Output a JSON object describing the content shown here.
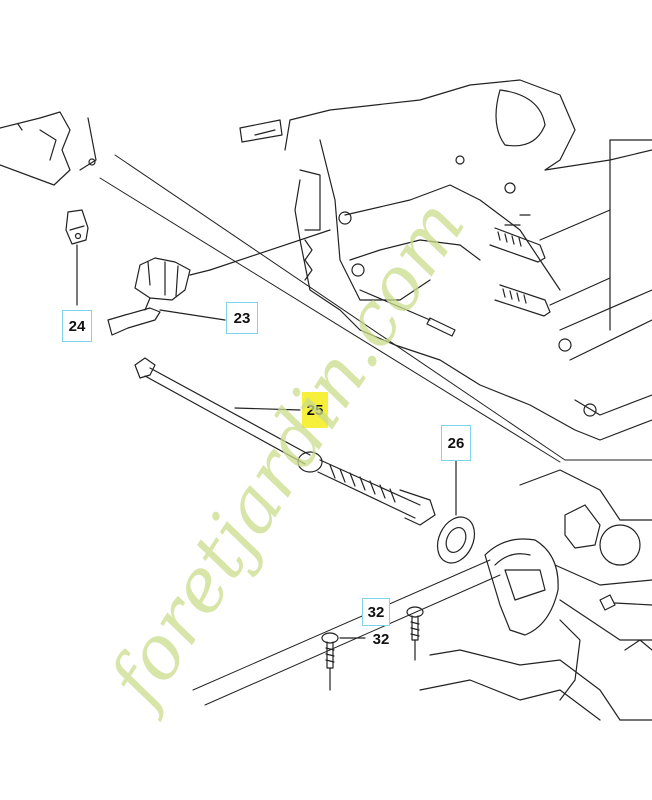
{
  "callouts": {
    "c24": "24",
    "c23": "23",
    "c25": "25",
    "c26": "26",
    "c32a": "32",
    "c32b": "32"
  },
  "watermark": {
    "text": "foretjardin.com",
    "color": "#c9dc8c",
    "accent": "#f4c79a"
  },
  "colors": {
    "line": "#222222",
    "callout_border": "#7fd3ea",
    "highlight": "#f6f03a"
  }
}
